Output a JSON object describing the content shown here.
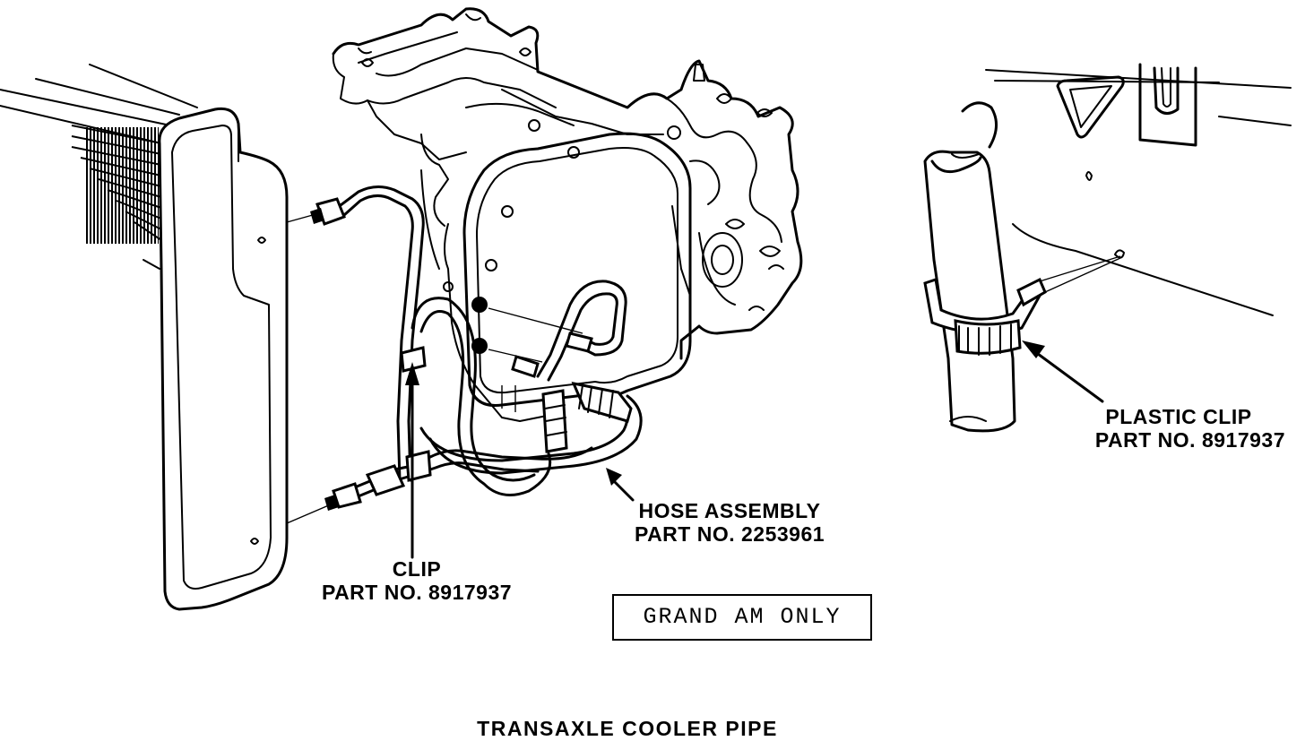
{
  "labels": {
    "clip": {
      "line1": "CLIP",
      "line2": "PART NO. 8917937"
    },
    "hose_assembly": {
      "line1": "HOSE ASSEMBLY",
      "line2": "PART NO. 2253961"
    },
    "plastic_clip": {
      "line1": "PLASTIC CLIP",
      "line2": "PART NO. 8917937"
    }
  },
  "note": "GRAND AM ONLY",
  "caption": "TRANSAXLE COOLER PIPE",
  "colors": {
    "ink": "#000000",
    "paper": "#ffffff"
  }
}
